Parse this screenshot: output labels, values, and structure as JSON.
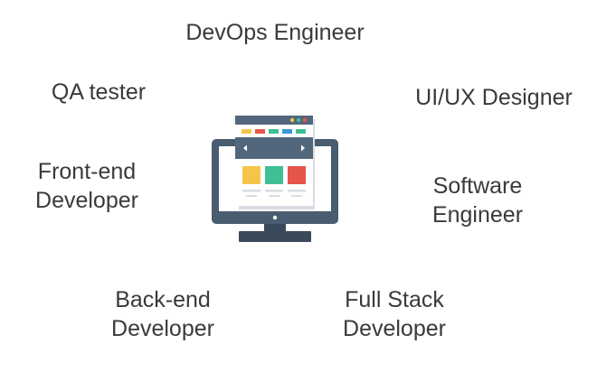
{
  "roles": {
    "devops": {
      "lines": [
        "DevOps Engineer"
      ]
    },
    "qa": {
      "lines": [
        "QA tester"
      ]
    },
    "uiux": {
      "lines": [
        "UI/UX Designer"
      ]
    },
    "frontend": {
      "lines": [
        "Front-end",
        "Developer"
      ]
    },
    "software": {
      "lines": [
        "Software",
        "Engineer"
      ]
    },
    "backend": {
      "lines": [
        "Back-end",
        "Developer"
      ]
    },
    "fullstack": {
      "lines": [
        "Full Stack",
        "Developer"
      ]
    }
  },
  "icon": {
    "name": "computer-monitor-icon",
    "colors": {
      "bezel": "#4a5c70",
      "screen": "#ffffff",
      "browser_bar": "#53677c",
      "stand": "#3b4a5a",
      "yellow": "#f4c548",
      "green": "#3fbf93",
      "red": "#e5554b",
      "blue": "#3d9ad8",
      "panel": "#d7dde3"
    }
  }
}
